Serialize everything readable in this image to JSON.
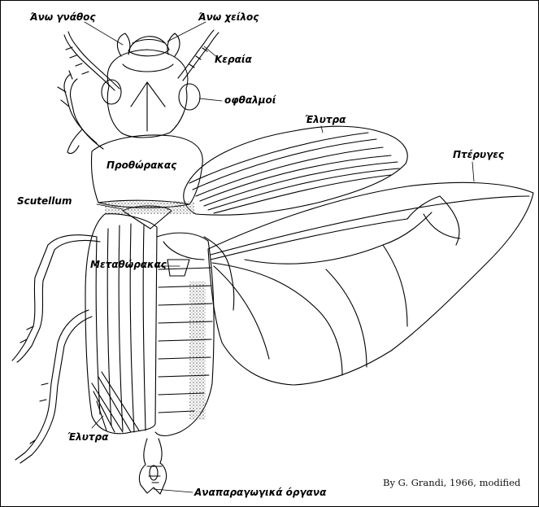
{
  "labels": {
    "upper_jaw": "Άνω γνάθος",
    "upper_lip": "Άνω χείλος",
    "antenna": "Κεραία",
    "eyes": "οφθαλμοί",
    "elytra_top": "Έλυτρα",
    "wings": "Πτέρυγες",
    "prothorax": "Προθώρακας",
    "scutellum": "Scutellum",
    "metathorax": "Μεταθώρακας",
    "elytra_bottom": "Έλυτρα",
    "reproductive_organs": "Αναπαραγωγικά όργανα"
  },
  "credit": "By G. Grandi, 1966, modified",
  "colors": {
    "ink": "#000000",
    "paper": "#ffffff",
    "stipple": "#555555"
  }
}
